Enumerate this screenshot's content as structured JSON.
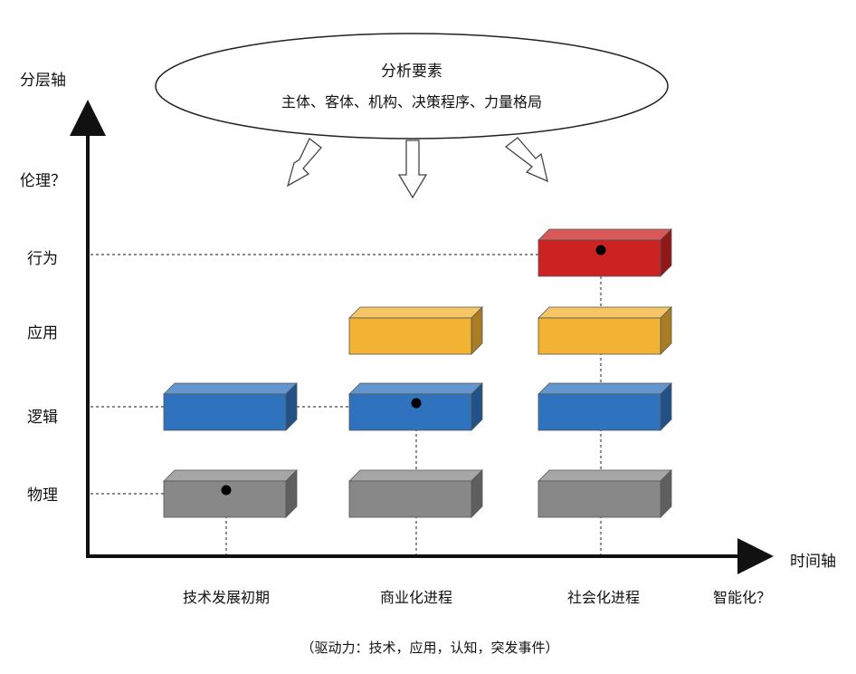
{
  "axes": {
    "y_title": "分层轴",
    "x_title": "时间轴",
    "y_levels": [
      "物理",
      "逻辑",
      "应用",
      "行为",
      "伦理？"
    ],
    "x_stages": [
      "技术发展初期",
      "商业化进程",
      "社会化进程",
      "智能化？"
    ]
  },
  "ellipse": {
    "title": "分析要素",
    "subtitle": "主体、客体、机构、决策程序、力量格局"
  },
  "footnote": "（驱动力：技术，应用，认知，突发事件）",
  "blocks": [
    {
      "stage": "技术发展初期",
      "level": "物理",
      "color": "#888888",
      "dot": true
    },
    {
      "stage": "技术发展初期",
      "level": "逻辑",
      "color": "#2f73bf",
      "dot": false
    },
    {
      "stage": "商业化进程",
      "level": "物理",
      "color": "#888888",
      "dot": false
    },
    {
      "stage": "商业化进程",
      "level": "逻辑",
      "color": "#2f73bf",
      "dot": true
    },
    {
      "stage": "商业化进程",
      "level": "应用",
      "color": "#f2b233",
      "dot": false
    },
    {
      "stage": "社会化进程",
      "level": "物理",
      "color": "#888888",
      "dot": false
    },
    {
      "stage": "社会化进程",
      "level": "逻辑",
      "color": "#2f73bf",
      "dot": false
    },
    {
      "stage": "社会化进程",
      "level": "应用",
      "color": "#f2b233",
      "dot": false
    },
    {
      "stage": "社会化进程",
      "level": "行为",
      "color": "#cc2222",
      "dot": true
    }
  ]
}
